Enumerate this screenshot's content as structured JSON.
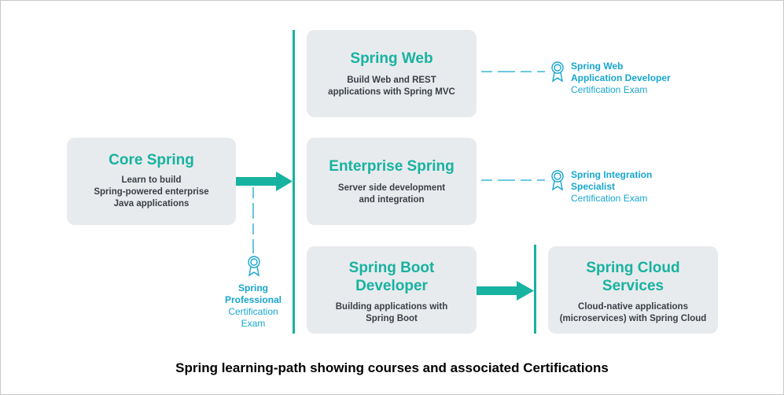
{
  "diagram": {
    "core": {
      "title": "Core Spring",
      "desc": "Learn to build\nSpring-powered enterprise\nJava applications"
    },
    "web": {
      "title": "Spring Web",
      "desc": "Build Web and REST\napplications with Spring MVC"
    },
    "enterprise": {
      "title": "Enterprise Spring",
      "desc": "Server side development\nand integration"
    },
    "boot": {
      "title": "Spring Boot\nDeveloper",
      "desc": "Building applications with\nSpring Boot"
    },
    "cloud": {
      "title": "Spring Cloud\nServices",
      "desc": "Cloud-native applications\n(microservices) with Spring Cloud"
    },
    "certs": {
      "professional": {
        "name": "Spring\nProfessional",
        "exam": "Certification\nExam"
      },
      "web": {
        "name": "Spring Web\nApplication Developer",
        "exam": "Certification Exam"
      },
      "integration": {
        "name": "Spring Integration\nSpecialist",
        "exam": "Certification Exam"
      }
    },
    "colors": {
      "teal": "#17b2a0",
      "blue": "#17a6cf",
      "card": "#e8ebee",
      "text": "#3a3f46"
    },
    "icons": {
      "cert": "award-ribbon-icon",
      "arrow": "arrow-right-icon"
    }
  },
  "caption": "Spring learning-path showing courses and associated Certifications"
}
